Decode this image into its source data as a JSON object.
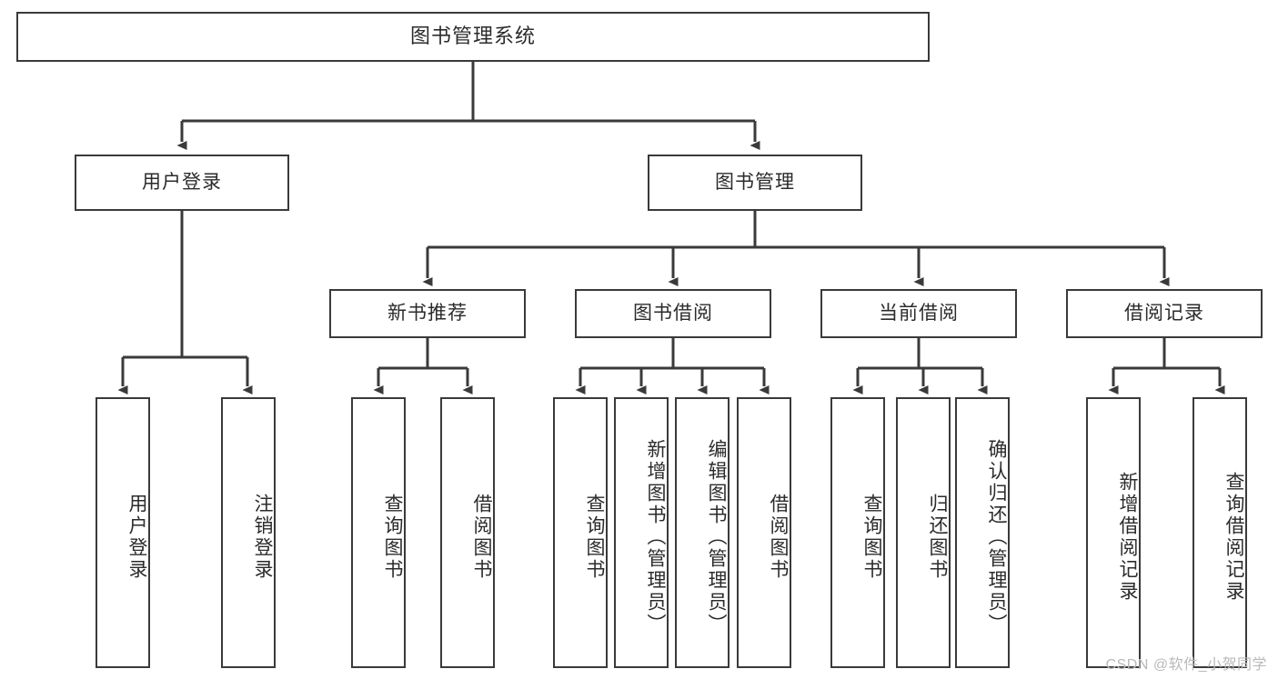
{
  "diagram": {
    "title": "图书管理系统",
    "type": "hierarchy-tree",
    "watermark": "CSDN @软件_小贺同学",
    "colors": {
      "stroke": "#3a3a3a",
      "fill": "#ffffff",
      "text": "#2b2b2b",
      "watermark": "#b9b9b9"
    }
  },
  "nodes": {
    "root": {
      "label": "图书管理系统"
    },
    "level2": [
      {
        "id": "user-login",
        "label": "用户登录"
      },
      {
        "id": "book-management",
        "label": "图书管理"
      }
    ],
    "level3": [
      {
        "id": "new-book-recommend",
        "label": "新书推荐"
      },
      {
        "id": "book-borrow",
        "label": "图书借阅"
      },
      {
        "id": "current-borrow",
        "label": "当前借阅"
      },
      {
        "id": "borrow-record",
        "label": "借阅记录"
      }
    ],
    "leaves": {
      "user-login": [
        {
          "id": "leaf-user-login",
          "label": "用户登录"
        },
        {
          "id": "leaf-logout-login",
          "label": "注销登录"
        }
      ],
      "new-book-recommend": [
        {
          "id": "leaf-query-book-1",
          "label": "查询图书"
        },
        {
          "id": "leaf-borrow-book-1",
          "label": "借阅图书"
        }
      ],
      "book-borrow": [
        {
          "id": "leaf-query-book-2",
          "label": "查询图书"
        },
        {
          "id": "leaf-add-book",
          "label": "新增图书（管理员）"
        },
        {
          "id": "leaf-edit-book",
          "label": "编辑图书（管理员）"
        },
        {
          "id": "leaf-borrow-book-2",
          "label": "借阅图书"
        }
      ],
      "current-borrow": [
        {
          "id": "leaf-query-book-3",
          "label": "查询图书"
        },
        {
          "id": "leaf-return-book",
          "label": "归还图书"
        },
        {
          "id": "leaf-confirm-return",
          "label": "确认归还（管理员）"
        }
      ],
      "borrow-record": [
        {
          "id": "leaf-add-record",
          "label": "新增借阅记录"
        },
        {
          "id": "leaf-query-record",
          "label": "查询借阅记录"
        }
      ]
    }
  }
}
